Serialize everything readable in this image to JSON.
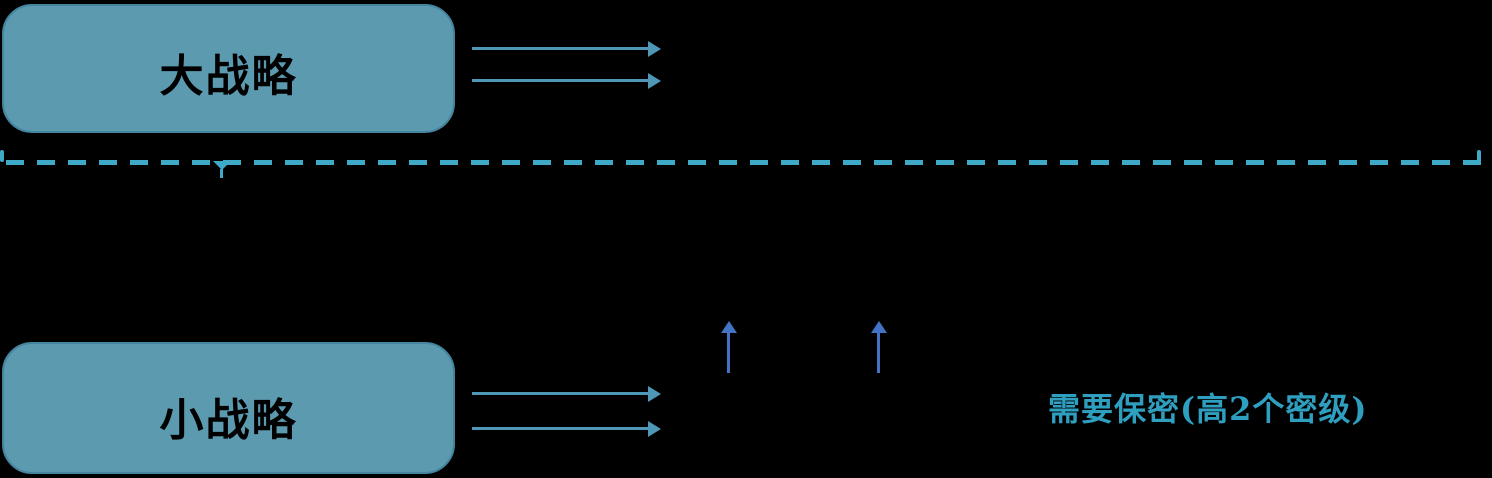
{
  "diagram": {
    "boxes": [
      {
        "id": "grand-strategy",
        "label": "大战略"
      },
      {
        "id": "small-strategy",
        "label": "小战略"
      }
    ],
    "note": {
      "text": "需要保密(高2个密级)"
    },
    "arrows": {
      "from_grand_strategy_right": 2,
      "from_small_strategy_right": 2,
      "upward_center": 2,
      "downward_under_divider": 1
    },
    "colors": {
      "background": "#000000",
      "box_fill": "#5B9AAF",
      "box_border": "#44849E",
      "box_label_text": "#000000",
      "teal_arrow": "#4E97B6",
      "dashed_line": "#3FA9C8",
      "up_arrow": "#4472C4",
      "note_text": "#2E9FBF"
    }
  }
}
